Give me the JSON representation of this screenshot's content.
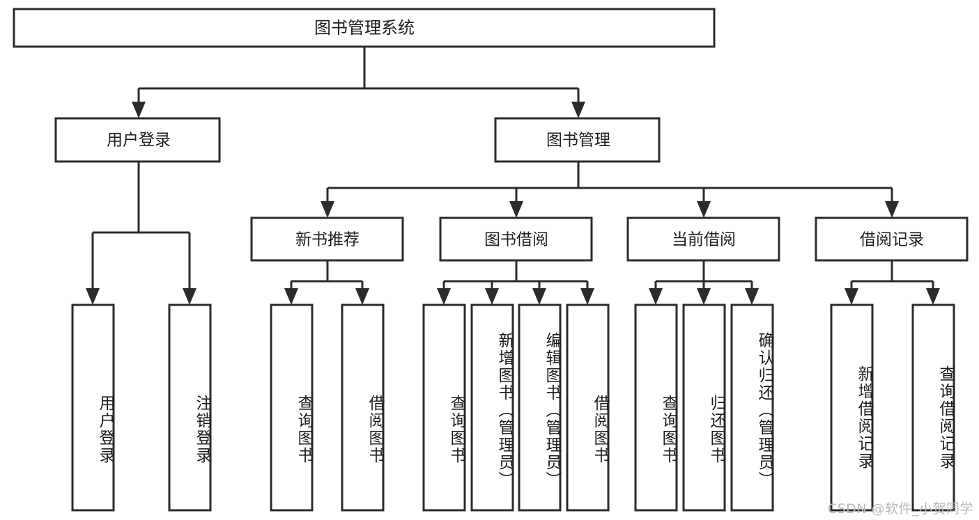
{
  "diagram": {
    "type": "tree-hierarchy",
    "title": "图书管理系统",
    "watermark": "CSDN @软件_小贺同学",
    "colors": {
      "stroke": "#2b2b2b",
      "fill": "#ffffff",
      "text": "#1d1d1d",
      "watermark": "#b9b9b9",
      "background": "#ffffff"
    },
    "root": {
      "label": "图书管理系统",
      "orientation": "horizontal"
    },
    "level2": [
      {
        "label": "用户登录",
        "orientation": "horizontal"
      },
      {
        "label": "图书管理",
        "orientation": "horizontal"
      }
    ],
    "level3": [
      {
        "label": "新书推荐",
        "orientation": "horizontal"
      },
      {
        "label": "图书借阅",
        "orientation": "horizontal"
      },
      {
        "label": "当前借阅",
        "orientation": "horizontal"
      },
      {
        "label": "借阅记录",
        "orientation": "horizontal"
      }
    ],
    "leaves": {
      "user_login": [
        {
          "label": "用户登录",
          "orientation": "vertical"
        },
        {
          "label": "注销登录",
          "orientation": "vertical"
        }
      ],
      "new_book_recommend": [
        {
          "label": "查询图书",
          "orientation": "vertical"
        },
        {
          "label": "借阅图书",
          "orientation": "vertical"
        }
      ],
      "book_borrow": [
        {
          "label": "查询图书",
          "orientation": "vertical"
        },
        {
          "label": "新增图书（管理员）",
          "orientation": "vertical"
        },
        {
          "label": "编辑图书（管理员）",
          "orientation": "vertical"
        },
        {
          "label": "借阅图书",
          "orientation": "vertical"
        }
      ],
      "current_borrow": [
        {
          "label": "查询图书",
          "orientation": "vertical"
        },
        {
          "label": "归还图书",
          "orientation": "vertical"
        },
        {
          "label": "确认归还（管理员）",
          "orientation": "vertical"
        }
      ],
      "borrow_record": [
        {
          "label": "新增借阅记录",
          "orientation": "vertical"
        },
        {
          "label": "查询借阅记录",
          "orientation": "vertical"
        }
      ]
    }
  }
}
